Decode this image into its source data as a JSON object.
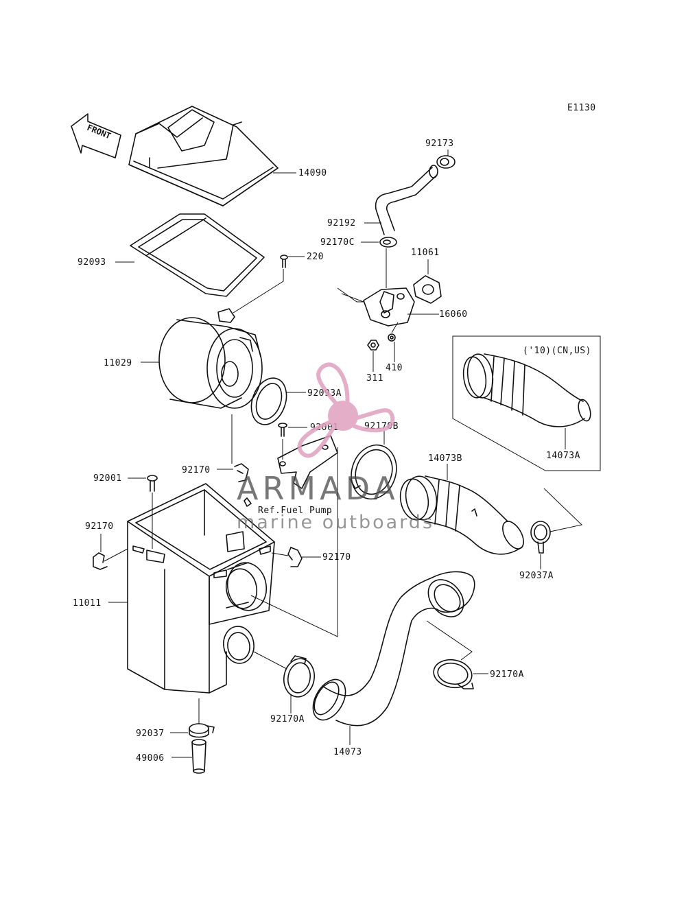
{
  "diagram_code": "E1130",
  "front_label": "FRONT",
  "variant_note": "('10)(CN,US)",
  "reference_note": "Ref.Fuel Pump",
  "watermark": {
    "name": "ARMADA",
    "tagline": "marine outboards",
    "accent_color": "#e0a0c0"
  },
  "callouts": {
    "c14090": "14090",
    "c92093": "92093",
    "c220": "220",
    "c92173": "92173",
    "c92192": "92192",
    "c92170c": "92170C",
    "c11061": "11061",
    "c16060": "16060",
    "c410": "410",
    "c311": "311",
    "c11029": "11029",
    "c92093a": "92093A",
    "c92001a": "92001",
    "c92170b": "92170B",
    "c14073b": "14073B",
    "c14073a": "14073A",
    "c92001b": "92001",
    "c92170a_top": "92170",
    "c92170_left": "92170",
    "c92170_right": "92170",
    "c11011": "11011",
    "c92037a": "92037A",
    "c92170a_right": "92170A",
    "c92170a_bottom": "92170A",
    "c92037": "92037",
    "c49006": "49006",
    "c14073": "14073"
  }
}
